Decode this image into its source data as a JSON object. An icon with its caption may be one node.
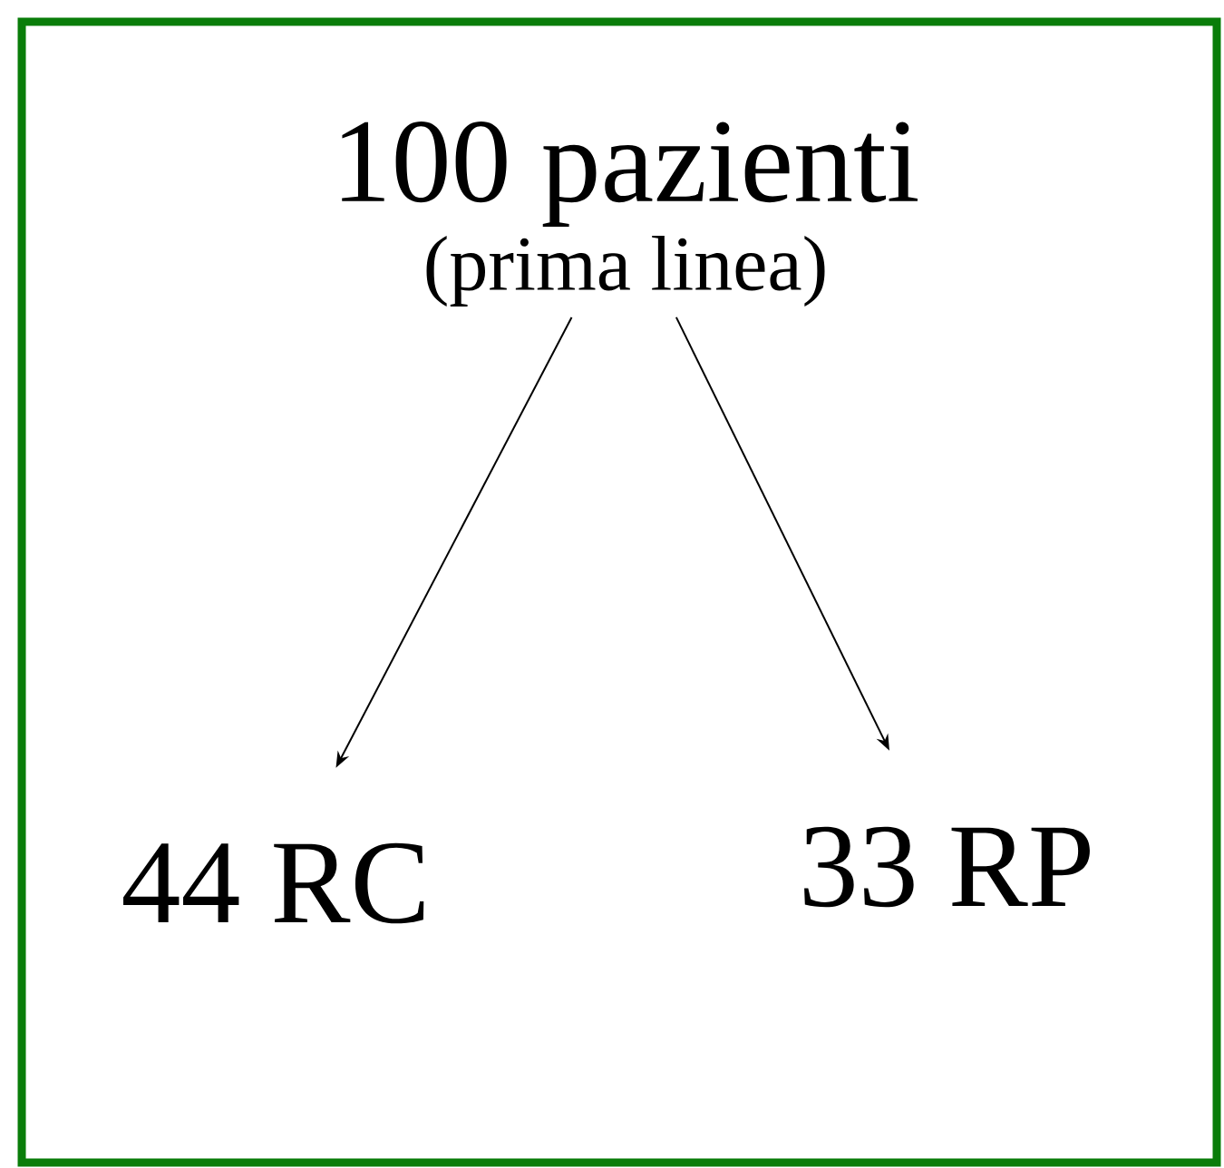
{
  "diagram": {
    "nodes": [
      {
        "text": [
          "100 pazienti",
          "(prima linea)"
        ]
      },
      {
        "text": [
          "44 RC"
        ]
      },
      {
        "text": [
          "33 RP"
        ]
      }
    ],
    "edges": [
      {
        "from": 0,
        "to": 1,
        "arrow": "to"
      },
      {
        "from": 0,
        "to": 2,
        "arrow": "to"
      }
    ]
  }
}
